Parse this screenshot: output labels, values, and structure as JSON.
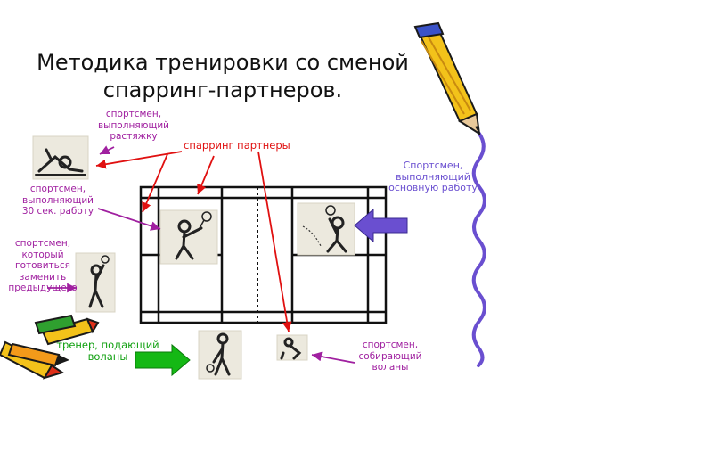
{
  "title": "Методика тренировки со сменой спарринг-партнеров.",
  "labels": {
    "stretching": "спортсмен, выполняющий растяжку",
    "sparring": "спарринг партнеры",
    "main_work": "Спортсмен, выполняющий основную работу",
    "work_30s": "спортсмен, выполняющий 30 сек. работу",
    "replace_prev": "спортсмен, который готовиться заменить предыдущего",
    "trainer": "тренер, подающий воланы",
    "collecting": "спортсмен, собирающий воланы"
  },
  "colors": {
    "magenta": "#a020a0",
    "red": "#e01010",
    "purple": "#6a4fd0",
    "green": "#10a010",
    "court": "#111111"
  },
  "icons": [
    "pencil-icon",
    "crayons-icon",
    "wavy-line-icon",
    "block-arrow-icon"
  ]
}
